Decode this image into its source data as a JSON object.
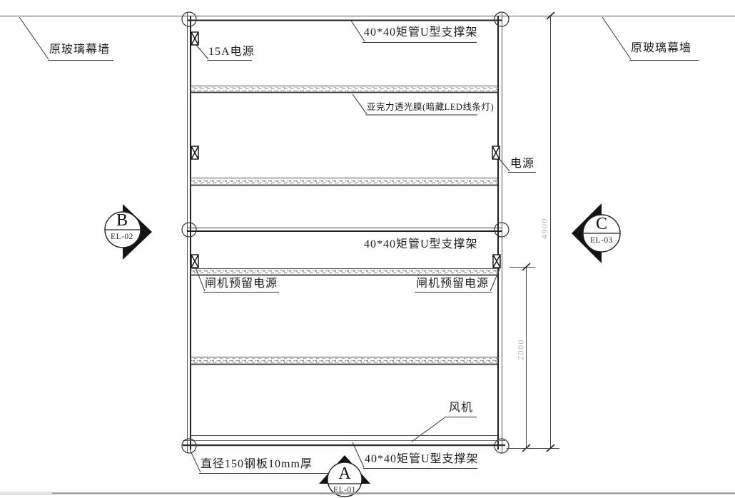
{
  "drawing": {
    "type": "ceiling-installation-plan",
    "labels": {
      "glass_wall_left": "原玻璃幕墙",
      "glass_wall_right": "原玻璃幕墙",
      "power_15a": "15A电源",
      "support_frame_top": "40*40矩管U型支撑架",
      "acrylic_film": "亚克力透光膜(暗藏LED线条灯)",
      "power_right": "电源",
      "support_frame_mid": "40*40矩管U型支撑架",
      "gate_power_left": "闸机预留电源",
      "gate_power_right": "闸机预留电源",
      "fan": "风机",
      "steel_plate": "直径150钢板10mm厚",
      "support_frame_bottom": "40*40矩管U型支撑架"
    },
    "dimensions": {
      "vertical_overall": "4900",
      "vertical_partial": "2000"
    },
    "section_markers": [
      {
        "letter": "B",
        "sheet": "EL-02",
        "direction": "right"
      },
      {
        "letter": "C",
        "sheet": "EL-03",
        "direction": "left"
      },
      {
        "letter": "A",
        "sheet": "EL-01",
        "direction": "up"
      }
    ],
    "colors": {
      "line": "#333333",
      "heavy_line": "#1e1e1e",
      "dim_text": "#b3b3b3",
      "background": "#ffffff",
      "marker_fill": "#141414"
    }
  }
}
